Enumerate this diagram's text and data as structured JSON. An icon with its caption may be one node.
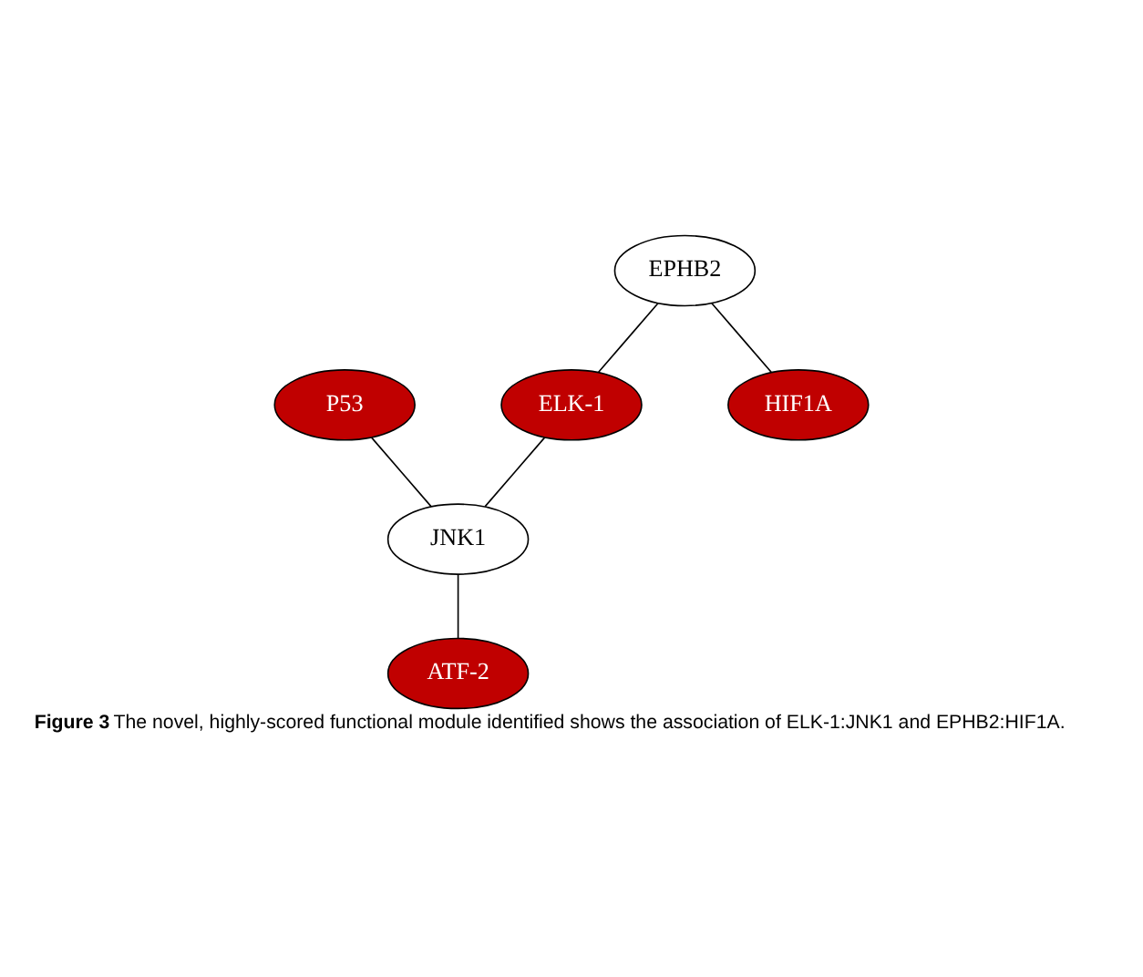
{
  "diagram": {
    "caption": "**Figure 3** The novel, highly-scored functional module identified shows the association of ELK-1:JNK1 and EPHB2:HIF1A.",
    "nodes": [
      {
        "text": [
          "P53"
        ]
      },
      {
        "text": [
          "EPHB2"
        ]
      },
      {
        "text": [
          "ELK-1"
        ]
      },
      {
        "text": [
          "JNK1"
        ]
      },
      {
        "text": [
          "HIF1A"
        ]
      },
      {
        "text": [
          "ATF-2"
        ]
      }
    ],
    "edges": [
      {
        "from": 0,
        "to": 3,
        "arrow": "none"
      },
      {
        "from": 1,
        "to": 2,
        "arrow": "none"
      },
      {
        "from": 1,
        "to": 4,
        "arrow": "none"
      },
      {
        "from": 2,
        "to": 3,
        "arrow": "none"
      },
      {
        "from": 3,
        "to": 5,
        "arrow": "none"
      }
    ]
  }
}
